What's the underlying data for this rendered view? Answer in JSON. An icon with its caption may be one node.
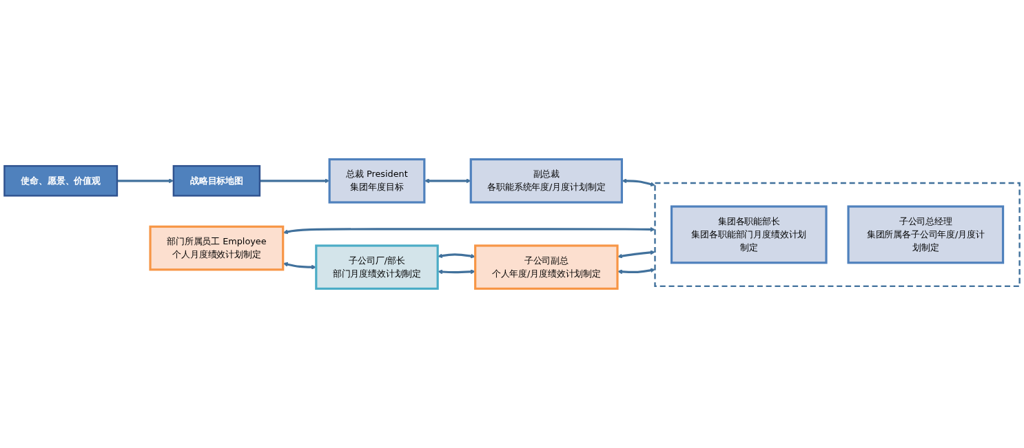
{
  "diagram": {
    "nodes": [
      {
        "text": [
          "使命、愿景、价值观"
        ]
      },
      {
        "text": [
          "战略目标地图"
        ]
      },
      {
        "text": [
          "总裁 President",
          "集团年度目标"
        ]
      },
      {
        "text": [
          "副总裁",
          "各职能系统年度/月度计划制定"
        ]
      },
      {
        "text": [],
        "shape": "box"
      },
      {
        "text": [
          "集团各职能部长",
          "集团各职能部门月度绩效计划制定"
        ],
        "in": 4
      },
      {
        "text": [
          "子公司总经理",
          "集团所属各子公司年度/月度计划制定"
        ],
        "in": 4
      },
      {
        "text": [
          "部门所属员工 Employee",
          "个人月度绩效计划制定"
        ]
      },
      {
        "text": [
          "子公司厂/部长",
          "部门月度绩效计划制定"
        ]
      },
      {
        "text": [
          "子公司副总",
          "个人年度/月度绩效计划制定"
        ]
      }
    ],
    "edges": [
      {
        "from": 0,
        "to": 1,
        "arrow": "to"
      },
      {
        "from": 1,
        "to": 2,
        "arrow": "to"
      },
      {
        "from": 2,
        "to": 3,
        "arrow": "both"
      },
      {
        "from": 3,
        "to": 4,
        "arrow": "both"
      },
      {
        "from": 7,
        "to": 4,
        "arrow": "both"
      },
      {
        "from": 7,
        "to": 8,
        "arrow": "both"
      },
      {
        "from": 8,
        "to": 9,
        "arrow": "both"
      },
      {
        "from": 8,
        "to": 9,
        "arrow": "both"
      },
      {
        "from": 9,
        "to": 4,
        "arrow": "both"
      },
      {
        "from": 9,
        "to": 4,
        "arrow": "both"
      }
    ]
  }
}
